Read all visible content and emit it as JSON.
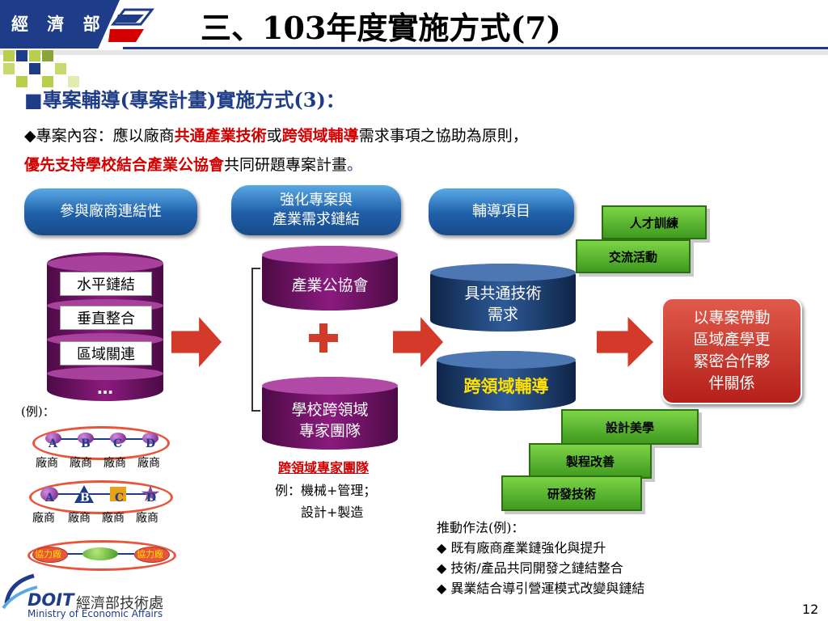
{
  "header": {
    "ministry_badge": "經 濟 部",
    "title": "三、103年度實施方式(7)"
  },
  "subtitle": {
    "bullet": "■",
    "text": "專案輔導(專案計畫)實施方式(3)："
  },
  "description": {
    "bullet": "◆",
    "line1_prefix": "專案內容：應以廠商",
    "line1_red1": "共通產業技術",
    "line1_mid": "或",
    "line1_red2": "跨領域輔導",
    "line1_suffix": "需求事項之協助為原則，",
    "line2_red": "優先支持學校結合產業公協會",
    "line2_suffix": "共同研題專案計畫",
    "line2_period": "。"
  },
  "diagram": {
    "headers": [
      "參與廠商連結性",
      "強化專案與\n產業需求鏈結",
      "輔導項目"
    ],
    "linkage_stack": [
      "水平鏈結",
      "垂直整合",
      "區域關連",
      "…"
    ],
    "example_label": "(例)：",
    "row1_nodes": [
      "A",
      "B",
      "C",
      "D"
    ],
    "row1_labels": [
      "廠商",
      "廠商",
      "廠商",
      "廠商"
    ],
    "row2_nodes": [
      "A",
      "B",
      "C",
      "D"
    ],
    "row2_labels": [
      "廠商",
      "廠商",
      "廠商",
      "廠商"
    ],
    "row3_left": "協力廠",
    "row3_right": "協力廠",
    "industry_association": "產業公協會",
    "plus_sign": "+",
    "school_team": "學校跨領域\n專家團隊",
    "cross_team_title": "跨領域專家團隊",
    "cross_team_example1": "例：機械+管理；",
    "cross_team_example2": "設計+製造",
    "common_tech": "具共通技術\n需求",
    "cross_domain": "跨領域輔導",
    "upper_items": [
      "人才訓練",
      "交流活動"
    ],
    "lower_items": [
      "設計美學",
      "製程改善",
      "研發技術"
    ],
    "result": "以專案帶動\n區域產學更\n緊密合作夥\n伴關係"
  },
  "methods": {
    "title": "推動作法(例)：",
    "bullet": "◆",
    "items": [
      "既有廠商產業鏈強化與提升",
      "技術/產品共同開發之鏈結整合",
      "異業結合導引營運模式改變與鏈結"
    ]
  },
  "footer": {
    "logo_text": "DOIT",
    "org_cn": "經濟部技術處",
    "org_en": "Ministry of Economic Affairs",
    "page_number": "12"
  },
  "colors": {
    "navy": "#1f3c88",
    "red": "#d40000",
    "purple": "#8b1b7e",
    "green": "#7dd447"
  }
}
